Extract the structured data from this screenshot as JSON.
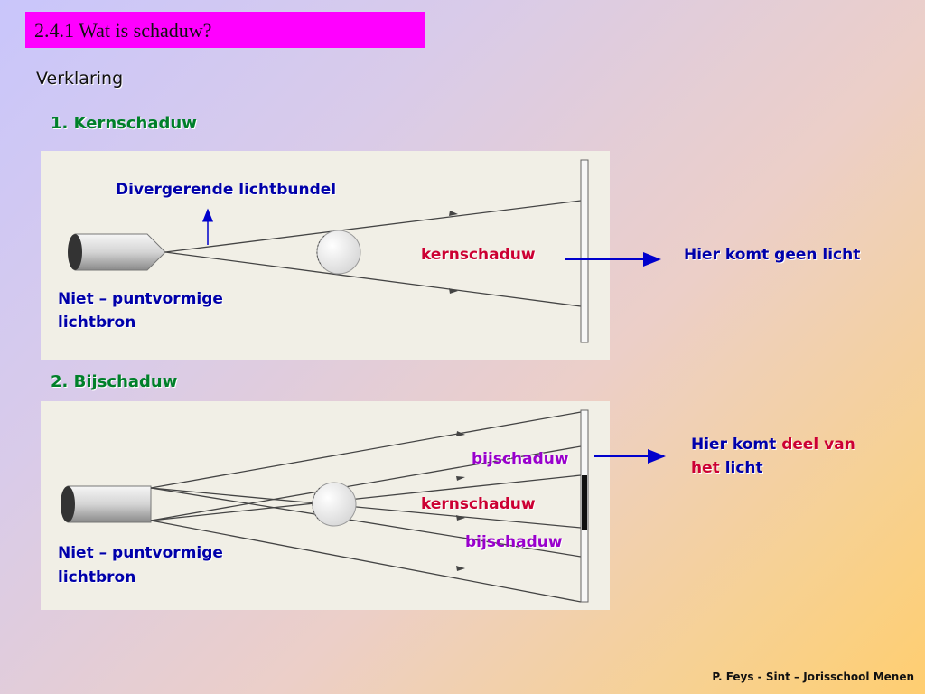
{
  "title": "2.4.1  Wat is schaduw?",
  "subtitle": "Verklaring",
  "sections": [
    {
      "heading": "1.  Kernschaduw"
    },
    {
      "heading": "2.  Bijschaduw"
    }
  ],
  "diagram1": {
    "beam_label": "Divergerende lichtbundel",
    "umbra_label": "kernschaduw",
    "source_label_1": "Niet – puntvormige",
    "source_label_2": "lichtbron",
    "result_label": "Hier komt geen licht"
  },
  "diagram2": {
    "penumbra_top": "bijschaduw",
    "umbra_label": "kernschaduw",
    "penumbra_bottom": "bijschaduw",
    "source_label_1": "Niet – puntvormige",
    "source_label_2": "lichtbron",
    "result_part1": "Hier komt",
    "result_part2": "deel van",
    "result_part3": "het",
    "result_part4": "licht"
  },
  "footer": "P. Feys  - Sint – Jorisschool Menen",
  "colors": {
    "title_bg": "#ff00ff",
    "heading": "#00802a",
    "label_blue": "#0000aa",
    "label_red": "#cc0033",
    "label_purple": "#9900cc"
  }
}
